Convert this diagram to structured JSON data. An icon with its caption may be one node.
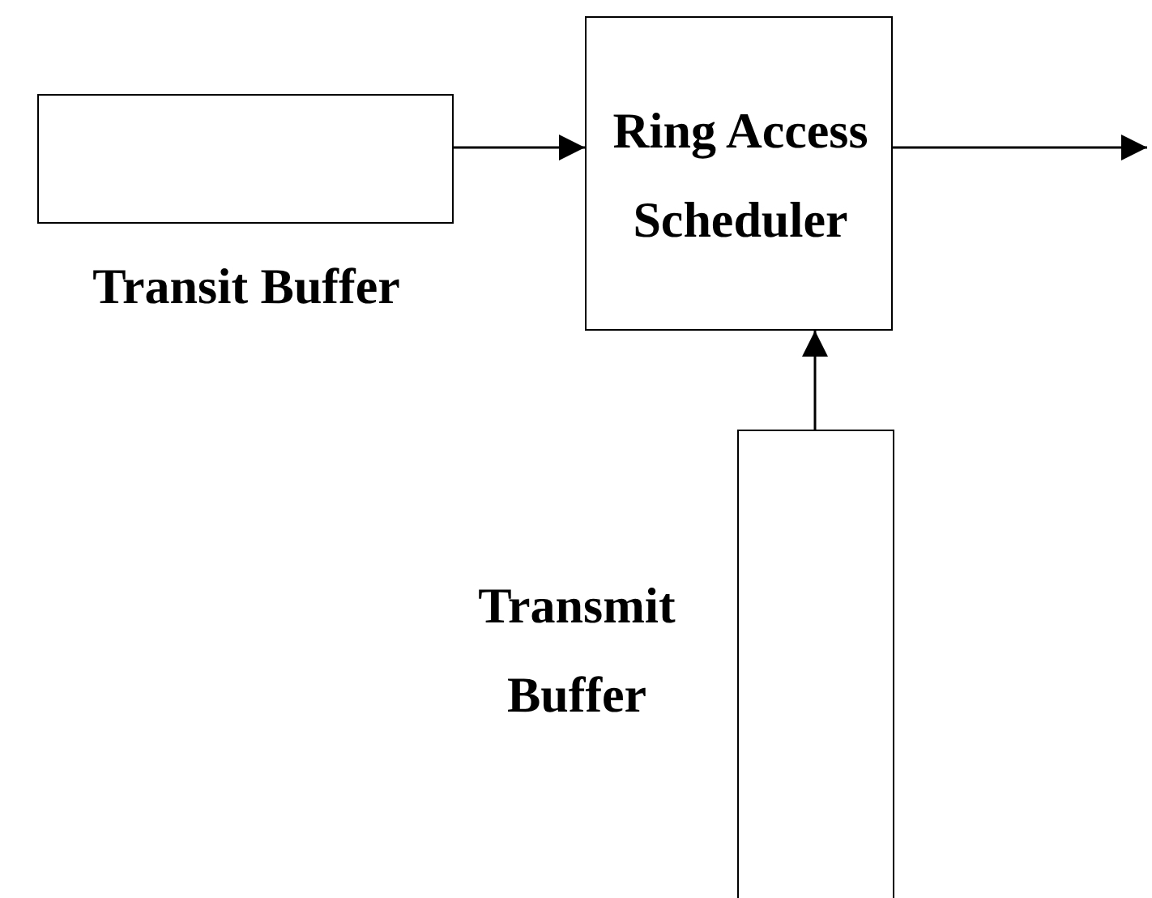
{
  "diagram": {
    "nodes": [
      {
        "text": [
          "Transit Buffer"
        ]
      },
      {
        "text": [
          "Ring Access Scheduler"
        ]
      },
      {
        "text": [
          "Transmit Buffer"
        ]
      }
    ],
    "edges": [
      {
        "from": 0,
        "to": 1,
        "arrow": "to"
      },
      {
        "from": 2,
        "to": 1,
        "arrow": "to"
      },
      {
        "from": 1,
        "to": null,
        "arrow": "to"
      }
    ]
  }
}
